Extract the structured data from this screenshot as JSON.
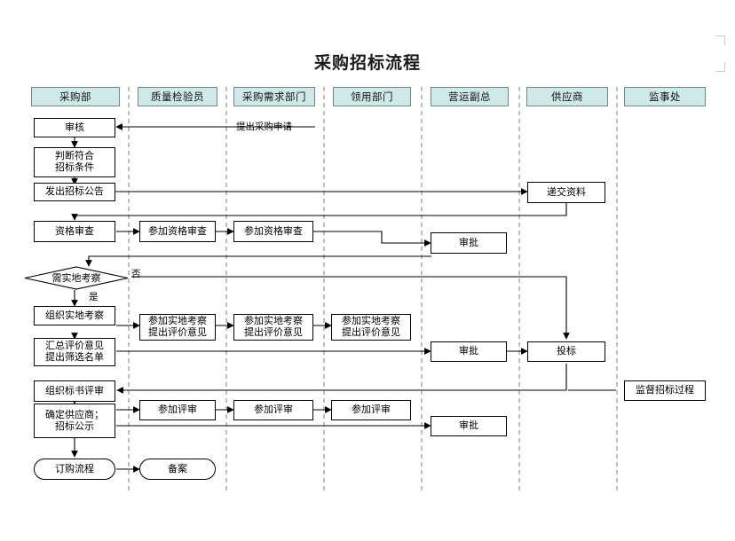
{
  "diagram": {
    "title": "采购招标流程",
    "lanes": [
      {
        "name": "采购部"
      },
      {
        "name": "质量检验员"
      },
      {
        "name": "采购需求部门"
      },
      {
        "name": "领用部门"
      },
      {
        "name": "营运副总"
      },
      {
        "name": "供应商"
      },
      {
        "name": "监事处"
      }
    ],
    "nodes": [
      {
        "id": "n1",
        "label": "审核",
        "shape": "rect"
      },
      {
        "id": "n2",
        "label": "判断符合\n招标条件",
        "shape": "rect"
      },
      {
        "id": "n3",
        "label": "发出招标公告",
        "shape": "rect"
      },
      {
        "id": "n4",
        "label": "资格审查",
        "shape": "rect"
      },
      {
        "id": "n5",
        "label": "参加资格审查",
        "shape": "rect"
      },
      {
        "id": "n6",
        "label": "参加资格审查",
        "shape": "rect"
      },
      {
        "id": "n7",
        "label": "审批",
        "shape": "rect"
      },
      {
        "id": "n8",
        "label": "递交资料",
        "shape": "rect"
      },
      {
        "id": "n9",
        "label": "需实地考察",
        "shape": "diamond"
      },
      {
        "id": "n10",
        "label": "组织实地考察",
        "shape": "rect"
      },
      {
        "id": "n11",
        "label": "参加实地考察\n提出评价意见",
        "shape": "rect"
      },
      {
        "id": "n12",
        "label": "参加实地考察\n提出评价意见",
        "shape": "rect"
      },
      {
        "id": "n13",
        "label": "参加实地考察\n提出评价意见",
        "shape": "rect"
      },
      {
        "id": "n14",
        "label": "汇总评价意见\n提出筛选名单",
        "shape": "rect"
      },
      {
        "id": "n15",
        "label": "审批",
        "shape": "rect"
      },
      {
        "id": "n16",
        "label": "投标",
        "shape": "rect"
      },
      {
        "id": "n17",
        "label": "组织标书评审",
        "shape": "rect"
      },
      {
        "id": "n18",
        "label": "参加评审",
        "shape": "rect"
      },
      {
        "id": "n19",
        "label": "参加评审",
        "shape": "rect"
      },
      {
        "id": "n20",
        "label": "参加评审",
        "shape": "rect"
      },
      {
        "id": "n21",
        "label": "监督招标过程",
        "shape": "rect"
      },
      {
        "id": "n22",
        "label": "确定供应商；\n招标公示",
        "shape": "rect"
      },
      {
        "id": "n23",
        "label": "审批",
        "shape": "rect"
      },
      {
        "id": "n24",
        "label": "订购流程",
        "shape": "round"
      },
      {
        "id": "n25",
        "label": "备案",
        "shape": "round"
      }
    ],
    "edge_labels": [
      {
        "id": "e1",
        "text": "提出采购申请"
      },
      {
        "id": "e2",
        "text": "否"
      },
      {
        "id": "e3",
        "text": "是"
      }
    ]
  }
}
